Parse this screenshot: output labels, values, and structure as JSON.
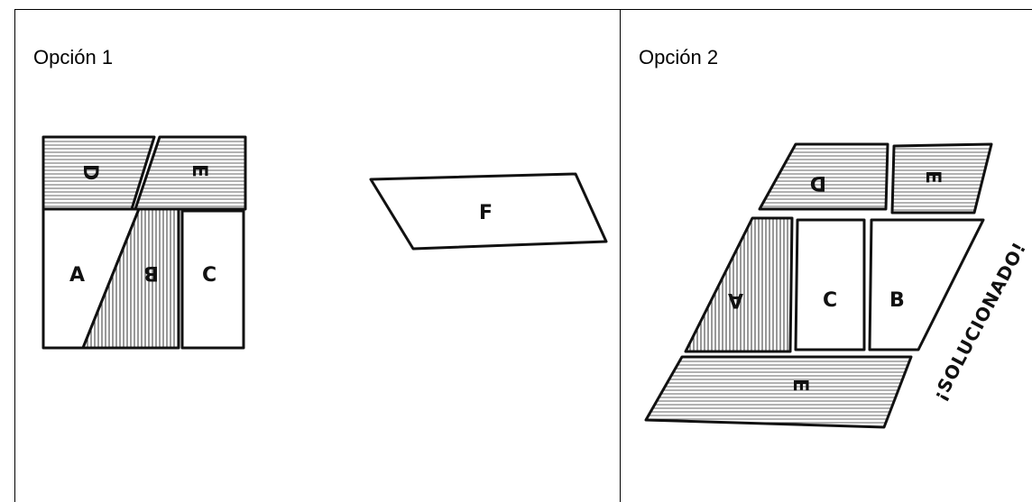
{
  "options": [
    {
      "title": "Opción 1",
      "pieces": {
        "A": "A",
        "B": "B",
        "C": "C",
        "D": "D",
        "E": "E",
        "F": "F"
      }
    },
    {
      "title": "Opción 2",
      "pieces": {
        "A": "A",
        "B": "B",
        "C": "C",
        "D": "D",
        "E": "E"
      },
      "stamp": "¡SOLUCIONADO!"
    }
  ]
}
